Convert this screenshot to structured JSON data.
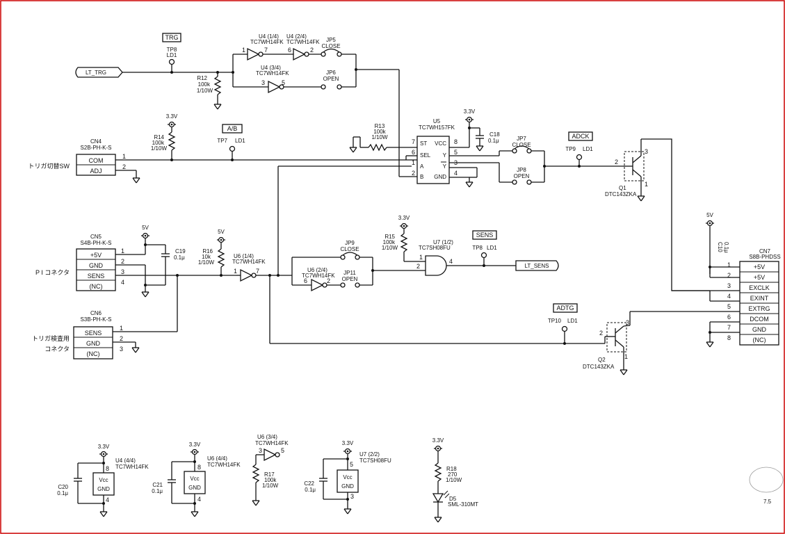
{
  "colors": {
    "frame": "#cc0000",
    "ink": "#111111"
  },
  "trg_top": {
    "flag": "TRG",
    "tp": "TP8",
    "tp_sub": "LD1",
    "net": "LT_TRG",
    "r12": [
      "R12",
      "100k",
      "1/10W"
    ],
    "u4a": [
      "U4 (1/4)",
      "TC7WH14FK"
    ],
    "u4a_in": "1",
    "u4a_out": "7",
    "u4b": [
      "U4 (2/4)",
      "TC7WH14FK"
    ],
    "u4b_in": "6",
    "u4b_out": "2",
    "u4c": [
      "U4 (3/4)",
      "TC7WH14FK"
    ],
    "u4c_in": "3",
    "u4c_out": "5",
    "jp5": [
      "JP5",
      "CLOSE"
    ],
    "jp6": [
      "JP6",
      "OPEN"
    ]
  },
  "mux": {
    "ref": [
      "U5",
      "TC7WH157FK"
    ],
    "supply": "3.3V",
    "pins_left": [
      {
        "name": "ST",
        "num": "7"
      },
      {
        "name": "SEL",
        "num": "6"
      },
      {
        "name": "A",
        "num": "1"
      },
      {
        "name": "B",
        "num": "2"
      }
    ],
    "pins_right": [
      {
        "name": "VCC",
        "num": "8"
      },
      {
        "name": "Y",
        "num": "5"
      },
      {
        "name": "Y",
        "num": "3"
      },
      {
        "name": "GND",
        "num": "4"
      }
    ],
    "r13": [
      "R13",
      "100k",
      "1/10W"
    ],
    "c18": [
      "C18",
      "0.1μ"
    ],
    "jp7": [
      "JP7",
      "CLOSE"
    ],
    "jp8": [
      "JP8",
      "OPEN"
    ]
  },
  "ab": {
    "flag": "A/B",
    "tp": "TP7",
    "tp_sub": "LD1"
  },
  "cn4": {
    "ref": [
      "CN4",
      "S2B-PH-K-S"
    ],
    "side_label": "トリガ切替SW",
    "supply": "3.3V",
    "r14": [
      "R14",
      "100k",
      "1/10W"
    ],
    "pins": [
      {
        "num": "1",
        "name": "COM"
      },
      {
        "num": "2",
        "name": "ADJ"
      }
    ]
  },
  "adck": {
    "flag": "ADCK",
    "tp": "TP9",
    "tp_sub": "LD1",
    "q": [
      "Q1",
      "DTC143ZKA"
    ],
    "p2": "2",
    "p3": "3",
    "p1": "1"
  },
  "cn5": {
    "ref": [
      "CN5",
      "S4B-PH-K-S"
    ],
    "side_label": "P I コネクタ",
    "supply": "5V",
    "c19": [
      "C19",
      "0.1μ"
    ],
    "pins": [
      {
        "num": "1",
        "name": "+5V"
      },
      {
        "num": "2",
        "name": "GND"
      },
      {
        "num": "3",
        "name": "SENS"
      },
      {
        "num": "4",
        "name": "(NC)"
      }
    ]
  },
  "cn6": {
    "ref": [
      "CN6",
      "S3B-PH-K-S"
    ],
    "side_label": [
      "トリガ検査用",
      "コネクタ"
    ],
    "pins": [
      {
        "num": "1",
        "name": "SENS"
      },
      {
        "num": "2",
        "name": "GND"
      },
      {
        "num": "3",
        "name": "(NC)"
      }
    ]
  },
  "sens": {
    "supply": "5V",
    "r16": [
      "R16",
      "10k",
      "1/10W"
    ],
    "u6a": [
      "U6 (1/4)",
      "TC7WH14FK"
    ],
    "u6a_in": "1",
    "u6a_out": "7",
    "u6b": [
      "U6 (2/4)",
      "TC7WH14FK"
    ],
    "u6b_in": "6",
    "u6b_out": "2",
    "jp9": [
      "JP9",
      "CLOSE"
    ],
    "jp11": [
      "JP11",
      "OPEN"
    ],
    "r15": [
      "R15",
      "100k",
      "1/10W"
    ],
    "r15_supply": "3.3V",
    "u7a": [
      "U7 (1/2)",
      "TC7SH08FU"
    ],
    "u7a_p1": "1",
    "u7a_p2": "2",
    "u7a_p4": "4",
    "flag": "SENS",
    "tp": "TP8",
    "tp_sub": "LD1",
    "net": "LT_SENS"
  },
  "cn7": {
    "ref": [
      "CN7",
      "S8B-PHDSS"
    ],
    "supply": "5V",
    "c10": [
      "C10",
      "0.1μ"
    ],
    "pins": [
      {
        "num": "1",
        "name": "+5V"
      },
      {
        "num": "2",
        "name": "+5V"
      },
      {
        "num": "3",
        "name": "EXCLK"
      },
      {
        "num": "4",
        "name": "EXINT"
      },
      {
        "num": "5",
        "name": "EXTRG"
      },
      {
        "num": "6",
        "name": "DCOM"
      },
      {
        "num": "7",
        "name": "GND"
      },
      {
        "num": "8",
        "name": "(NC)"
      }
    ]
  },
  "adtg": {
    "flag": "ADTG",
    "tp": "TP10",
    "tp_sub": "LD1",
    "q": [
      "Q2",
      "DTC143ZKA"
    ],
    "p2": "2",
    "p3": "3",
    "p1": "1"
  },
  "power": {
    "u4d": {
      "supply": "3.3V",
      "ref": [
        "U4 (4/4)",
        "TC7WH14FK"
      ],
      "cap": [
        "C20",
        "0.1μ"
      ],
      "vcc": "Vcc",
      "gnd": "GND",
      "p8": "8",
      "p4": "4"
    },
    "u6d": {
      "supply": "3.3V",
      "ref": [
        "U6 (4/4)",
        "TC7WH14FK"
      ],
      "cap": [
        "C21",
        "0.1μ"
      ],
      "vcc": "Vcc",
      "gnd": "GND",
      "p8": "8",
      "p4": "4"
    },
    "u6c": {
      "ref": [
        "U6 (3/4)",
        "TC7WH14FK"
      ],
      "in": "3",
      "out": "5",
      "res": [
        "R17",
        "100k",
        "1/10W"
      ]
    },
    "u7b": {
      "supply": "3.3V",
      "ref": [
        "U7 (2/2)",
        "TC7SH08FU"
      ],
      "cap": [
        "C22",
        "0.1μ"
      ],
      "vcc": "Vcc",
      "gnd": "GND",
      "p5": "5",
      "p3": "3"
    },
    "led": {
      "supply": "3.3V",
      "res": [
        "R18",
        "270",
        "1/10W"
      ],
      "led": [
        "D5",
        "SML-310MT"
      ]
    }
  },
  "margin_note": "7.5"
}
